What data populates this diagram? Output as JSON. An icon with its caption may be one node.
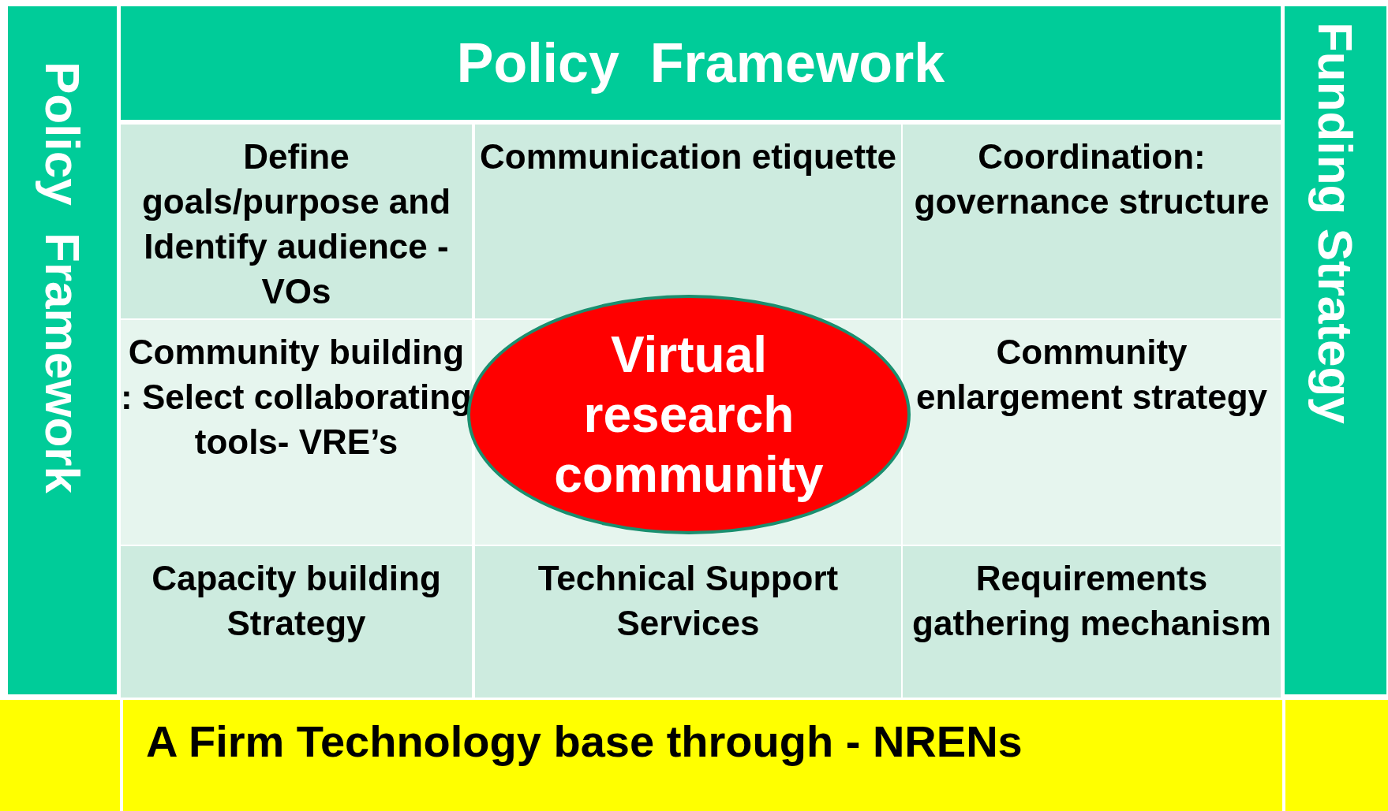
{
  "diagram": {
    "nodes": [
      {
        "text": [
          "Policy  Framework"
        ]
      },
      {
        "text": [
          "Policy  Framework"
        ]
      },
      {
        "text": [
          "Funding Strategy"
        ]
      },
      {
        "text": [
          "Define goals/purpose and Identify audience - VOs"
        ]
      },
      {
        "text": [
          "Communication etiquette"
        ]
      },
      {
        "text": [
          "Coordination: governance structure"
        ]
      },
      {
        "text": [
          "Community building : Select collaborating tools- VRE’s"
        ]
      },
      {
        "text": [
          "Community enlargement strategy"
        ]
      },
      {
        "text": [
          "Capacity building Strategy"
        ]
      },
      {
        "text": [
          "Technical Support Services"
        ]
      },
      {
        "text": [
          "Requirements gathering mechanism"
        ]
      },
      {
        "text": [
          "Virtual research community"
        ]
      },
      {
        "text": [
          "A Firm Technology base through - NRENs"
        ]
      }
    ],
    "edges": []
  }
}
